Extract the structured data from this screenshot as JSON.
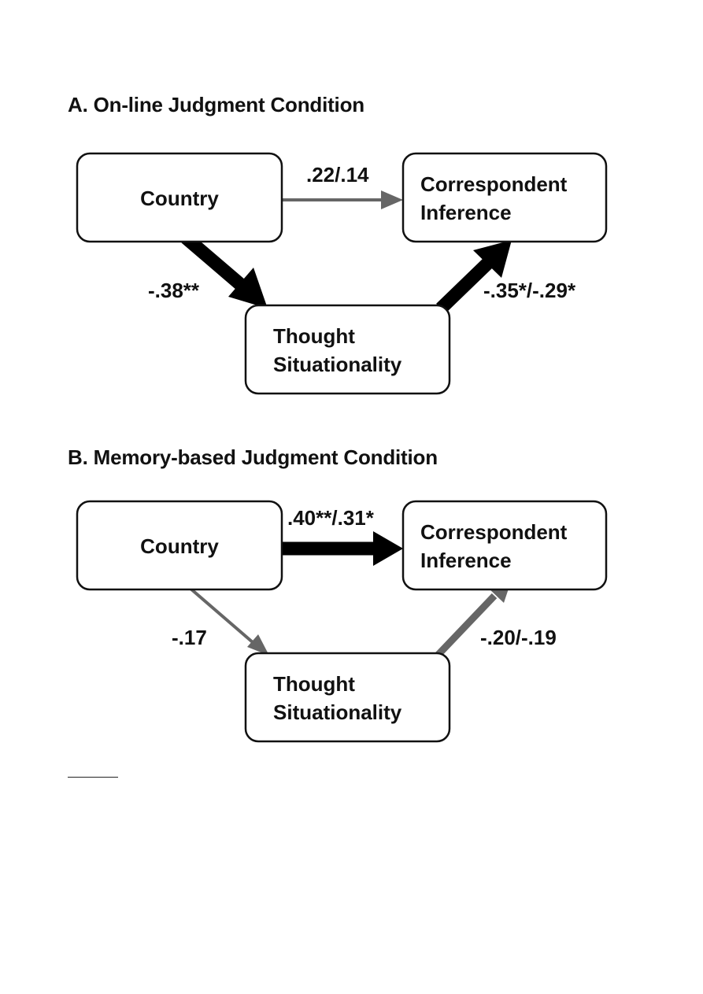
{
  "panels": [
    {
      "title": "A. On-line Judgment Condition",
      "nodes": {
        "country": [
          "Country"
        ],
        "inference": [
          "Correspondent",
          "Inference"
        ],
        "thought": [
          "Thought",
          "Situationality"
        ]
      },
      "paths": {
        "country_to_inference": {
          "label": ".22/.14",
          "weight": "thin",
          "color": "#666666"
        },
        "country_to_thought": {
          "label": "-.38**",
          "weight": "thick",
          "color": "#000000"
        },
        "thought_to_inference": {
          "label": "-.35*/-.29*",
          "weight": "thick",
          "color": "#000000"
        }
      }
    },
    {
      "title": "B. Memory-based Judgment Condition",
      "nodes": {
        "country": [
          "Country"
        ],
        "inference": [
          "Correspondent",
          "Inference"
        ],
        "thought": [
          "Thought",
          "Situationality"
        ]
      },
      "paths": {
        "country_to_inference": {
          "label": ".40**/.31*",
          "weight": "thick",
          "color": "#000000"
        },
        "country_to_thought": {
          "label": "-.17",
          "weight": "thin",
          "color": "#666666"
        },
        "thought_to_inference": {
          "label": "-.20/-.19",
          "weight": "medium",
          "color": "#666666"
        }
      }
    }
  ]
}
